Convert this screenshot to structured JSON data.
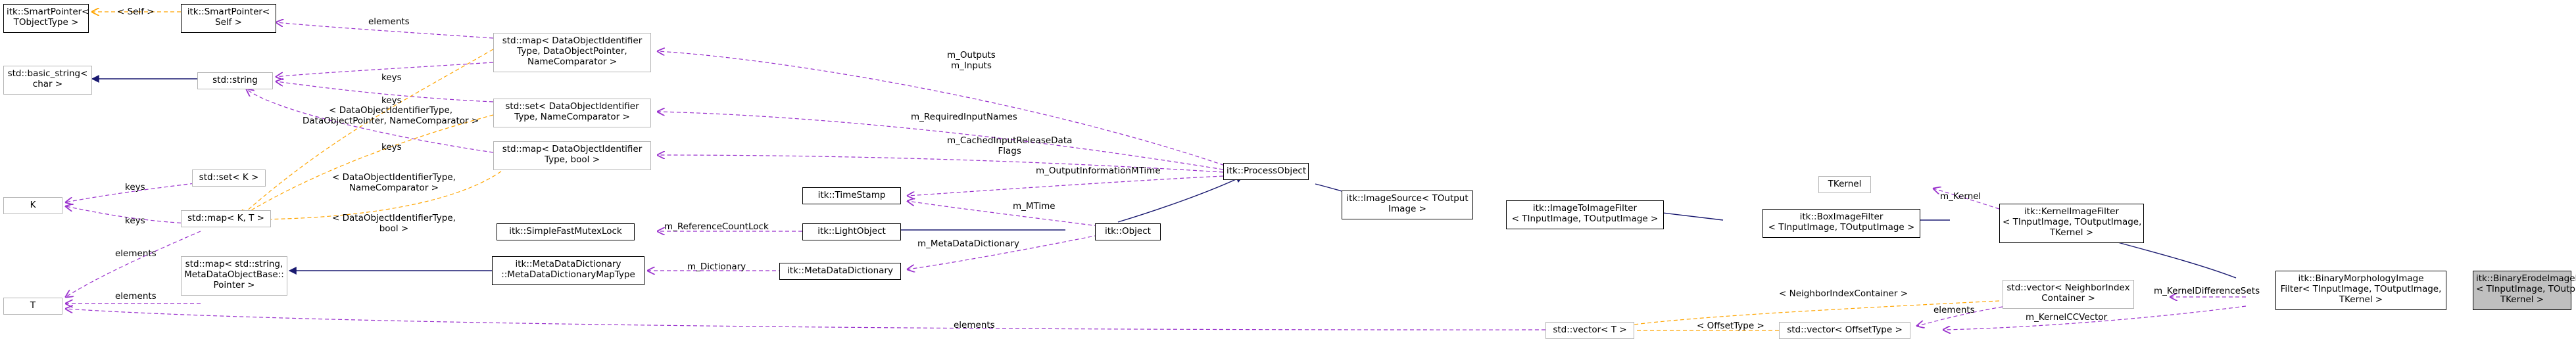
{
  "colors": {
    "inheritance": "#191970",
    "usage": "#9a32cd",
    "template": "#ffa500",
    "node_border": "#000000",
    "external_border": "#b4b4b4",
    "current_node_fill": "#bfbfbf"
  },
  "nodes": {
    "smartpointer_tobjecttype": "itk::SmartPointer<\nTObjectType >",
    "smartpointer_self": "itk::SmartPointer<\nSelf >",
    "basic_string": "std::basic_string<\nchar >",
    "std_string": "std::string",
    "k": "K",
    "t": "T",
    "std_set_k": "std::set< K >",
    "std_map_kt": "std::map< K, T >",
    "std_map_metadataobjectbase": "std::map< std::string,\nMetaDataObjectBase::\nPointer >",
    "map_dataobjectpointer": "std::map< DataObjectIdentifier\nType, DataObjectPointer,\nNameComparator >",
    "set_dataobjectidentifier": "std::set< DataObjectIdentifier\nType, NameComparator >",
    "map_dataobject_bool": "std::map< DataObjectIdentifier\nType, bool >",
    "simplefastmutexlock": "itk::SimpleFastMutexLock",
    "metadatadictionary_maptype": "itk::MetaDataDictionary\n::MetaDataDictionaryMapType",
    "timestamp": "itk::TimeStamp",
    "lightobject": "itk::LightObject",
    "metadatadictionary": "itk::MetaDataDictionary",
    "object": "itk::Object",
    "processobject": "itk::ProcessObject",
    "imagesource": "itk::ImageSource< TOutput\nImage >",
    "imagetoimagefilter": "itk::ImageToImageFilter\n< TInputImage, TOutputImage >",
    "boximagefilter": "itk::BoxImageFilter\n< TInputImage, TOutputImage >",
    "tkernel": "TKernel",
    "kernelimagefilter": "itk::KernelImageFilter\n< TInputImage, TOutputImage,\nTKernel >",
    "vector_neighborindexcontainer": "std::vector< NeighborIndex\nContainer >",
    "std_vector_t": "std::vector< T >",
    "vector_offsettype": "std::vector< OffsetType >",
    "binarymorphology": "itk::BinaryMorphologyImage\nFilter< TInputImage, TOutputImage,\nTKernel >",
    "binaryerode": "itk::BinaryErodeImageFilter\n< TInputImage, TOutputImage,\nTKernel >"
  },
  "edge_labels": {
    "self": "< Self >",
    "elements_top": "elements",
    "keys_string_map": "keys",
    "keys_string_set": "keys",
    "keys_string_bool": "keys",
    "map_ptr_template": "< DataObjectIdentifierType,\nDataObjectPointer, NameComparator >",
    "set_template": "< DataObjectIdentifierType,\nNameComparator >",
    "bool_template": "< DataObjectIdentifierType,\nbool >",
    "set_keys": "keys",
    "map_keys": "keys",
    "map_elements": "elements",
    "t_elements": "elements",
    "m_outputs": "m_Outputs\nm_Inputs",
    "m_requiredinputnames": "m_RequiredInputNames",
    "m_cachedinput": "m_CachedInputReleaseData\nFlags",
    "m_outputinformationmtime": "m_OutputInformationMTime",
    "m_mtime": "m_MTime",
    "m_referencecountlock": "m_ReferenceCountLock",
    "m_metadatadictionary": "m_MetaDataDictionary",
    "m_dictionary": "m_Dictionary",
    "m_kernel": "m_Kernel",
    "neighborindexcontainer_template": "< NeighborIndexContainer >",
    "vector_elements": "elements",
    "offsettype_template": "< OffsetType >",
    "m_kerneldifferencesets": "m_KernelDifferenceSets",
    "m_kernelccvector": "m_KernelCCVector",
    "t_vector_elements": "elements"
  }
}
